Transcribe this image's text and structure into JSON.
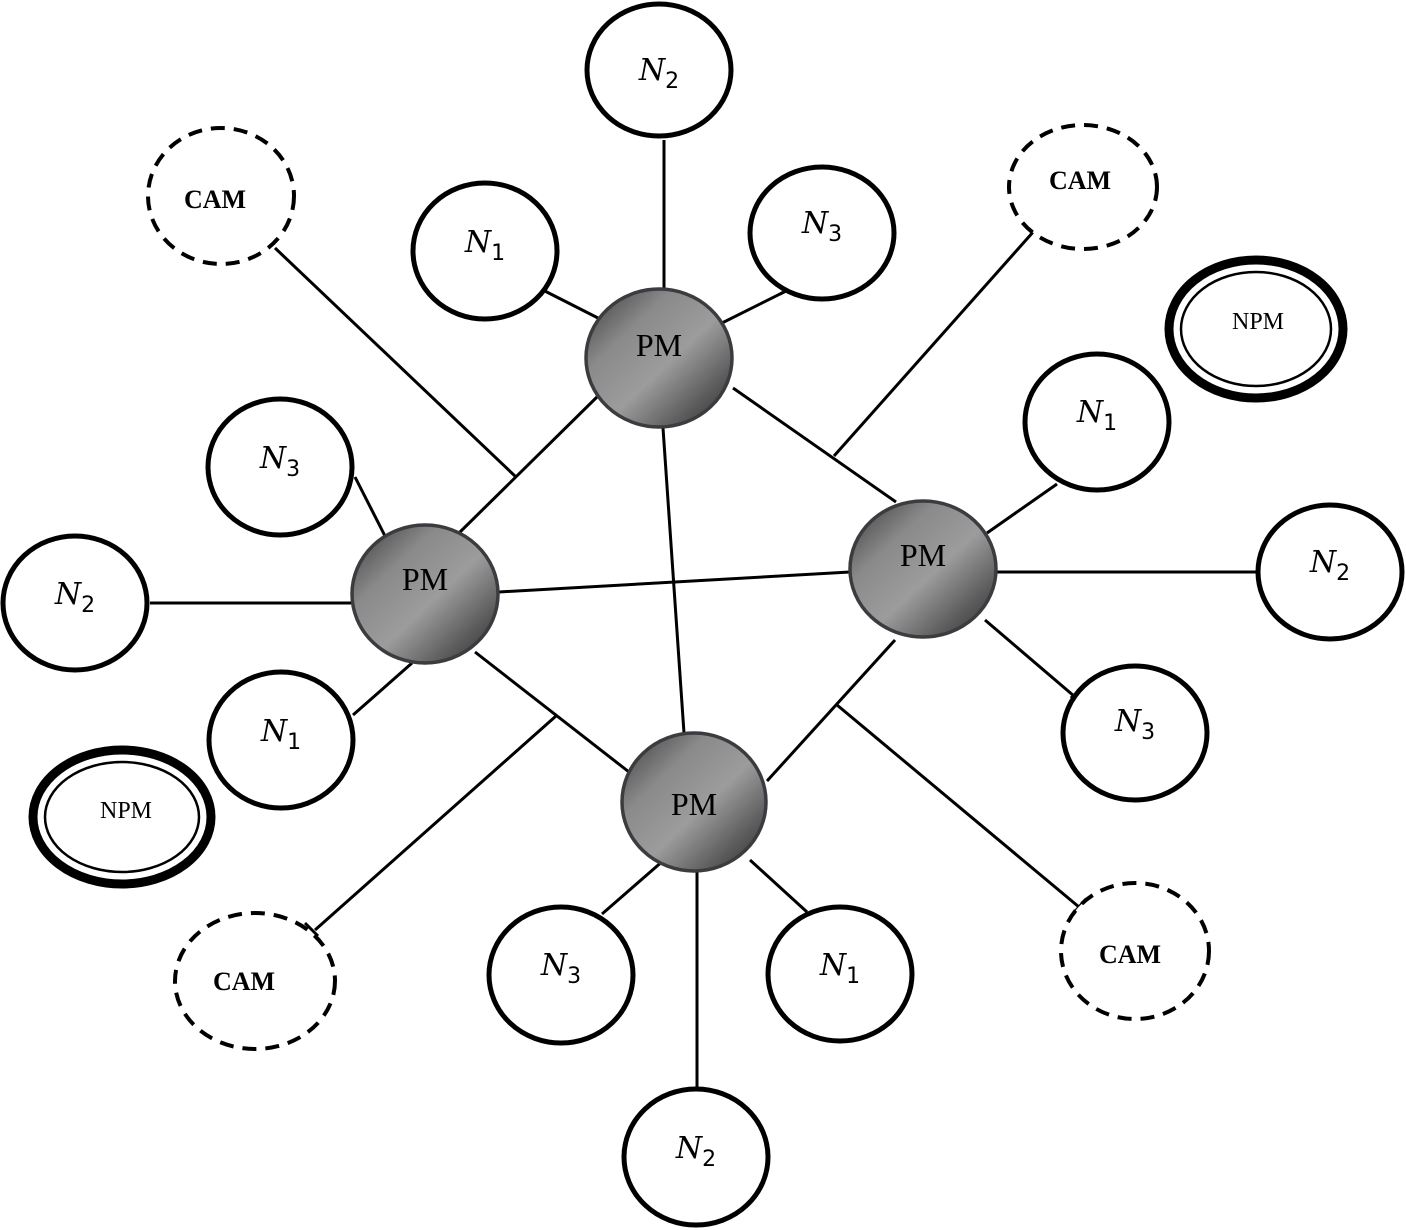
{
  "diagram": {
    "type": "network-topology",
    "legend_types": {
      "PM": "shaded sphere",
      "N": "solid circle",
      "CAM": "dashed circle",
      "NPM": "double-ring ellipse"
    },
    "pm_nodes": [
      {
        "id": "pm_top",
        "label": "PM"
      },
      {
        "id": "pm_left",
        "label": "PM"
      },
      {
        "id": "pm_right",
        "label": "PM"
      },
      {
        "id": "pm_bottom",
        "label": "PM"
      }
    ],
    "n_nodes": [
      {
        "id": "top_n2",
        "base": "N",
        "sub": "2",
        "pm": "pm_top"
      },
      {
        "id": "top_n1",
        "base": "N",
        "sub": "1",
        "pm": "pm_top"
      },
      {
        "id": "top_n3",
        "base": "N",
        "sub": "3",
        "pm": "pm_top"
      },
      {
        "id": "left_n3",
        "base": "N",
        "sub": "3",
        "pm": "pm_left"
      },
      {
        "id": "left_n2",
        "base": "N",
        "sub": "2",
        "pm": "pm_left"
      },
      {
        "id": "left_n1",
        "base": "N",
        "sub": "1",
        "pm": "pm_left"
      },
      {
        "id": "right_n1",
        "base": "N",
        "sub": "1",
        "pm": "pm_right"
      },
      {
        "id": "right_n2",
        "base": "N",
        "sub": "2",
        "pm": "pm_right"
      },
      {
        "id": "right_n3",
        "base": "N",
        "sub": "3",
        "pm": "pm_right"
      },
      {
        "id": "bottom_n3",
        "base": "N",
        "sub": "3",
        "pm": "pm_bottom"
      },
      {
        "id": "bottom_n1",
        "base": "N",
        "sub": "1",
        "pm": "pm_bottom"
      },
      {
        "id": "bottom_n2",
        "base": "N",
        "sub": "2",
        "pm": "pm_bottom"
      }
    ],
    "cam_nodes": [
      {
        "id": "cam_tl",
        "label": "CAM",
        "attached_to": [
          "pm_top",
          "pm_left"
        ]
      },
      {
        "id": "cam_tr",
        "label": "CAM",
        "attached_to": [
          "pm_top",
          "pm_right"
        ]
      },
      {
        "id": "cam_bl",
        "label": "CAM",
        "attached_to": [
          "pm_left",
          "pm_bottom"
        ]
      },
      {
        "id": "cam_br",
        "label": "CAM",
        "attached_to": [
          "pm_right",
          "pm_bottom"
        ]
      }
    ],
    "npm_nodes": [
      {
        "id": "npm_tr",
        "label": "NPM"
      },
      {
        "id": "npm_bl",
        "label": "NPM"
      }
    ],
    "pm_links": [
      [
        "pm_top",
        "pm_left"
      ],
      [
        "pm_top",
        "pm_right"
      ],
      [
        "pm_top",
        "pm_bottom"
      ],
      [
        "pm_left",
        "pm_right"
      ],
      [
        "pm_left",
        "pm_bottom"
      ],
      [
        "pm_right",
        "pm_bottom"
      ]
    ],
    "colors": {
      "pm_dark": "#3a3a3a",
      "pm_light": "#9c9c9c",
      "stroke": "#000000"
    }
  }
}
